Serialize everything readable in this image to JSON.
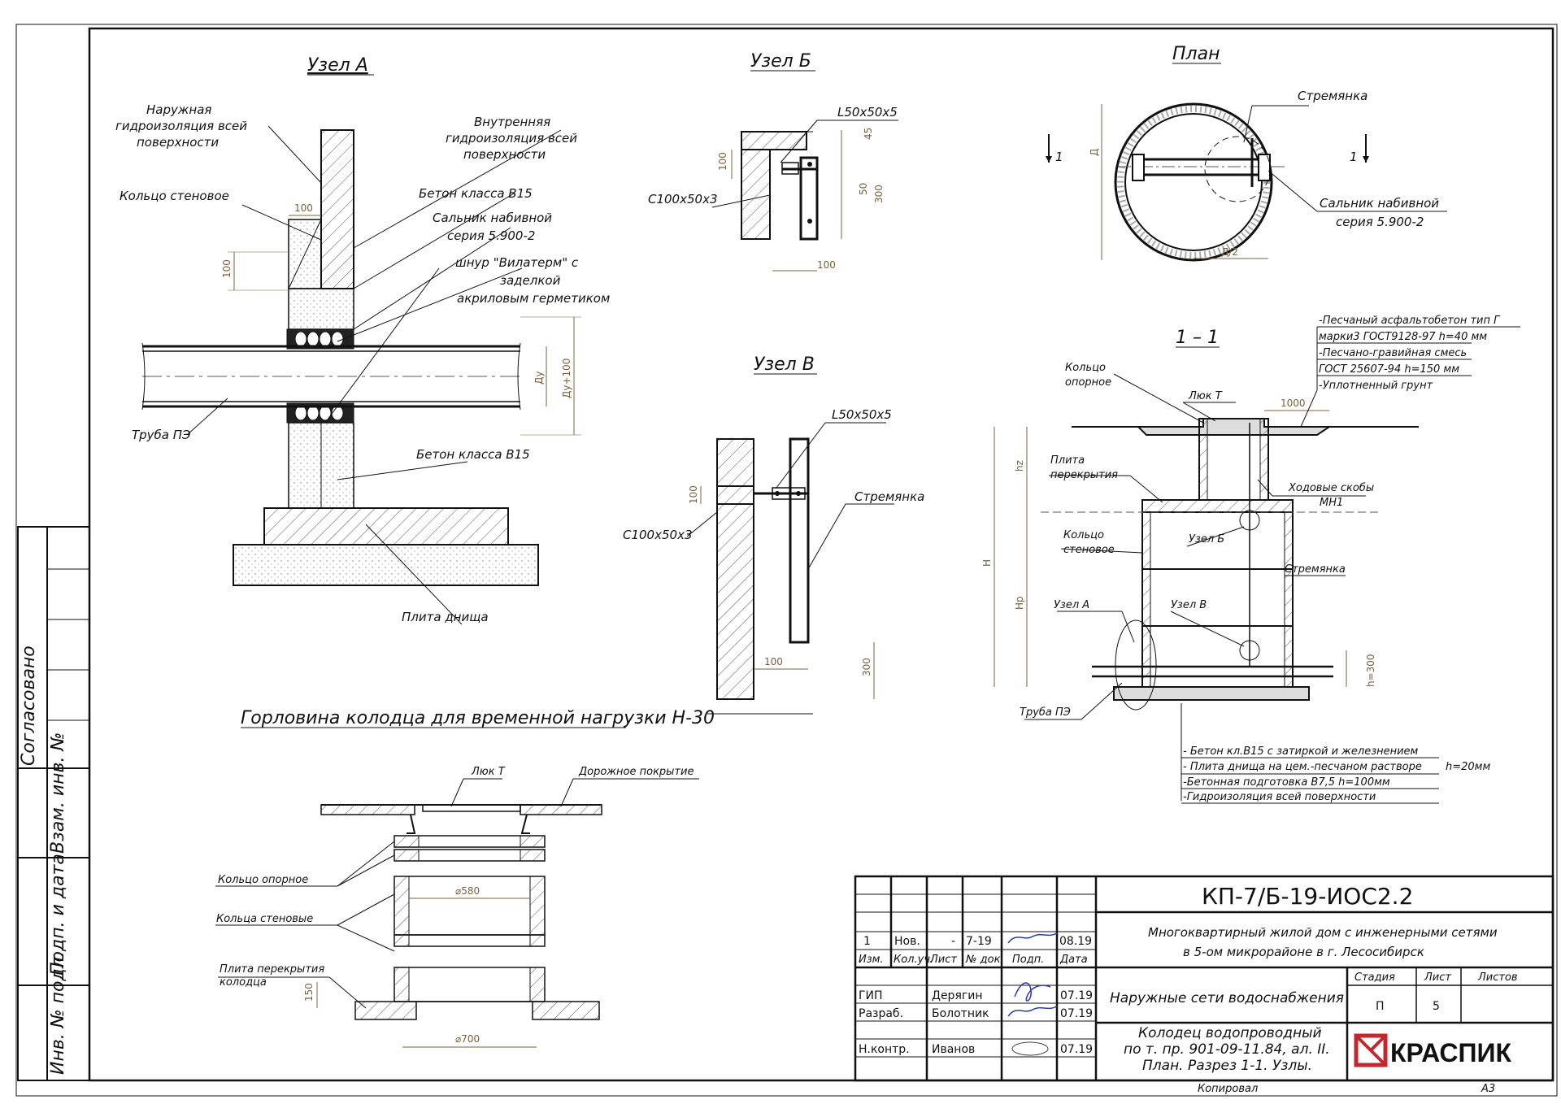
{
  "titles": {
    "uzel_a": "Узел А",
    "uzel_b": "Узел Б",
    "plan": "План",
    "uzel_v": "Узел В",
    "section": "1 – 1",
    "gorlovina": "Горловина колодца для временной нагрузки Н-30"
  },
  "uzel_a": {
    "outer_waterproof": [
      "Наружная",
      "гидроизоляция всей",
      "поверхности"
    ],
    "inner_waterproof": [
      "Внутренняя",
      "гидроизоляция всей",
      "поверхности"
    ],
    "ring": "Кольцо стеновое",
    "concrete1": "Бетон класса В15",
    "gland": [
      "Сальник набивной",
      "серия 5.900-2"
    ],
    "cord": [
      "шнур \"Вилатерм\" с",
      "заделкой",
      "акриловым герметиком"
    ],
    "pipe": "Труба ПЭ",
    "concrete2": "Бетон класса В15",
    "plate": "Плита днища",
    "dims": {
      "d100a": "100",
      "d100b": "100",
      "du": "Ду",
      "du100": "Ду+100"
    }
  },
  "uzel_b": {
    "angle": "L50x50x5",
    "channel": "С100х50х3",
    "dims": {
      "d45": "45",
      "d50": "50",
      "d300": "300",
      "d100": "100",
      "d100b": "100"
    }
  },
  "plan": {
    "ladder": "Стремянка",
    "gland": [
      "Сальник набивной",
      "серия 5.900-2"
    ],
    "cut_left": "1",
    "cut_right": "1",
    "dims": {
      "d": "Д",
      "d2": "Д/2"
    }
  },
  "uzel_v": {
    "angle": "L50x50x5",
    "channel": "С100х50х3",
    "ladder": "Стремянка",
    "dims": {
      "d100": "100",
      "d100b": "100",
      "d300": "300"
    }
  },
  "section": {
    "layers_top": [
      "-Песчаный асфальтобетон тип Г",
      "марки3 ГОСТ9128-97 h=40 мм",
      "-Песчано-гравийная смесь",
      "ГОСТ 25607-94 h=150 мм",
      "-Уплотненный грунт"
    ],
    "support_ring": [
      "Кольцо",
      "опорное"
    ],
    "hatch": "Люк Т",
    "d1000": "1000",
    "cover_plate": [
      "Плита",
      "перекрытия"
    ],
    "steps": [
      "Ходовые скобы",
      "МН1"
    ],
    "wall_ring": [
      "Кольцо",
      "стеновое"
    ],
    "node_b": "Узел Б",
    "ladder": "Стремянка",
    "node_a": "Узел А",
    "node_v": "Узел В",
    "pipe": "Труба ПЭ",
    "dims": {
      "hz": "hz",
      "h": "H",
      "hp": "Нр",
      "h300": "h=300"
    },
    "layers_bottom": [
      "- Бетон кл.В15 с затиркой и железнением",
      "- Плита днища на цем.-песчаном растворе",
      "-Бетонная подготовка В7,5 h=100мм",
      "-Гидроизоляция всей поверхности"
    ],
    "layers_bottom_note": "h=20мм"
  },
  "gorlovina": {
    "hatch": "Люк Т",
    "road": "Дорожное покрытие",
    "support_ring": "Кольцо опорное",
    "wall_rings": "Кольца стеновые",
    "plate": [
      "Плита перекрытия",
      "колодца"
    ],
    "d580": "⌀580",
    "d700": "⌀700",
    "d150": "150"
  },
  "side_stamp": {
    "agreed": "Согласовано",
    "inv_replace": "Взам. инв. №",
    "sign_date": "Подп. и дата",
    "inv_orig": "Инв. № подл."
  },
  "title_block": {
    "code": "КП-7/Б-19-ИОС2.2",
    "project": [
      "Многоквартирный жилой дом с инженерными сетями",
      "в 5-ом микрорайоне в г. Лесосибирск"
    ],
    "section_name": "Наружные сети водоснабжения",
    "sheet_name": [
      "Колодец водопроводный",
      "по т. пр. 901-09-11.84, ал. II.",
      "План. Разрез 1-1. Узлы."
    ],
    "stage_label": "Стадия",
    "sheet_label": "Лист",
    "sheets_label": "Листов",
    "stage": "П",
    "sheet": "5",
    "sheets": "",
    "change_row": {
      "n": "1",
      "type": "Нов.",
      "list": "-",
      "doc": "7-19",
      "date": "08.19"
    },
    "headers": [
      "Изм.",
      "Кол.уч.",
      "Лист",
      "№ док.",
      "Подп.",
      "Дата"
    ],
    "people": [
      {
        "role": "ГИП",
        "name": "Дерягин",
        "date": "07.19"
      },
      {
        "role": "Разраб.",
        "name": "Болотник",
        "date": "07.19"
      },
      {
        "role": "Н.контр.",
        "name": "Иванов",
        "date": "07.19"
      }
    ],
    "logo": "КРАСПИК",
    "copied": "Копировал",
    "format": "А3"
  }
}
